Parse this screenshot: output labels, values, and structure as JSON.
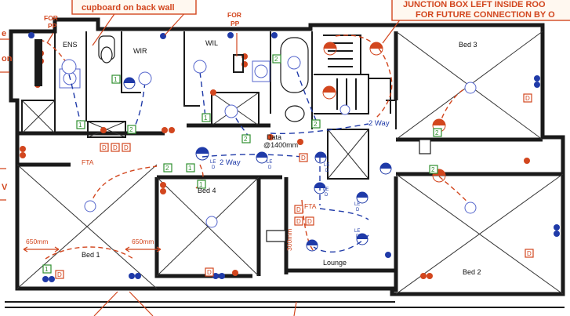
{
  "notes": {
    "top_left": "cupboard on back wall",
    "top_right_1": "JUNCTION BOX LEFT INSIDE ROO",
    "top_right_2": "FOR FUTURE CONNECTION BY O",
    "for_pp_1_a": "FOR",
    "for_pp_1_b": "PP",
    "for_pp_2_a": "FOR",
    "for_pp_2_b": "PP",
    "left_edge_1": "e",
    "left_edge_2": "on",
    "left_edge_3": "V"
  },
  "rooms": {
    "ens": "ENS",
    "wir": "WIR",
    "wil": "WIL",
    "bed1": "Bed 1",
    "bed2": "Bed 2",
    "bed3": "Bed 3",
    "bed4": "Bed 4",
    "lounge": "Lounge"
  },
  "labels": {
    "two_way_1": "2 Way",
    "two_way_2": "2 Way",
    "data": "Data",
    "data_height": "@1400mm",
    "fta_1": "FTA",
    "fta_2": "FTA",
    "dim_1": "650mm",
    "dim_2": "650mm",
    "dim_3": "300mm",
    "led_le": "LE",
    "led_d": "D",
    "switch_1": "1",
    "switch_2": "2",
    "data_point": "D"
  },
  "colors": {
    "wall": "#1a1a1a",
    "wire_blue": "#1f3aa8",
    "wire_red": "#d2461e",
    "switch_green": "#2f8f2f"
  }
}
